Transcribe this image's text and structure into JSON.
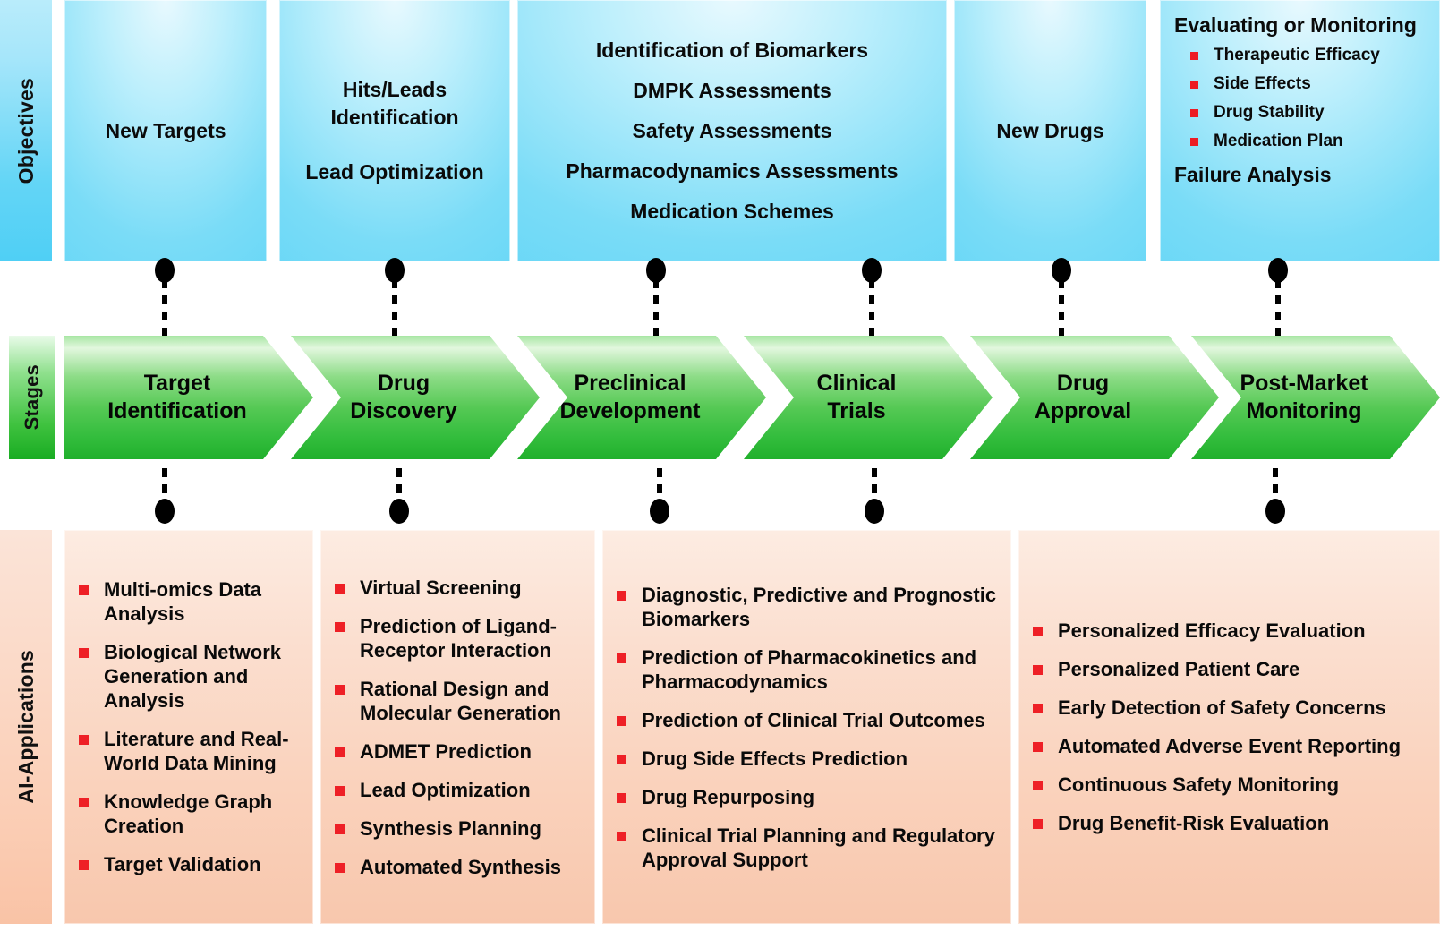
{
  "colors": {
    "objectives_blue": "#5ad3f6",
    "stages_green": "#33bd3d",
    "applications_peach": "#fad2bc",
    "bullet_red": "#ee2026",
    "text": "#0a0a0a"
  },
  "row_labels": {
    "objectives": "Objectives",
    "stages": "Stages",
    "applications": "AI-Applications"
  },
  "objectives": [
    {
      "lines": [
        "New Targets"
      ]
    },
    {
      "lines": [
        "Hits/Leads",
        "Identification",
        "Lead Optimization"
      ]
    },
    {
      "lines": [
        "Identification of Biomarkers",
        "DMPK Assessments",
        "Safety Assessments",
        "Pharmacodynamics Assessments",
        "Medication Schemes"
      ]
    },
    {
      "lines": []
    },
    {
      "lines": [
        "New Drugs"
      ]
    },
    {
      "heading": "Evaluating or Monitoring",
      "bullets": [
        "Therapeutic Efficacy",
        "Side Effects",
        "Drug Stability",
        "Medication Plan"
      ],
      "footer": "Failure Analysis"
    }
  ],
  "stages": [
    {
      "lines": [
        "Target",
        "Identification"
      ]
    },
    {
      "lines": [
        "Drug",
        "Discovery"
      ]
    },
    {
      "lines": [
        "Preclinical",
        "Development"
      ]
    },
    {
      "lines": [
        "Clinical",
        "Trials"
      ]
    },
    {
      "lines": [
        "Drug",
        "Approval"
      ]
    },
    {
      "lines": [
        "Post-Market",
        "Monitoring"
      ]
    }
  ],
  "applications": [
    {
      "items": [
        "Multi-omics Data Analysis",
        "Biological Network Generation and Analysis",
        "Literature and Real-World Data Mining",
        "Knowledge Graph Creation",
        "Target Validation"
      ]
    },
    {
      "items": [
        "Virtual Screening",
        "Prediction of Ligand-Receptor Interaction",
        "Rational Design and Molecular Generation",
        "ADMET Prediction",
        "Lead Optimization",
        "Synthesis Planning",
        "Automated Synthesis"
      ]
    },
    {
      "items": [
        "Diagnostic, Predictive and Prognostic Biomarkers",
        "Prediction of Pharmacokinetics and Pharmacodynamics",
        "Prediction of Clinical Trial Outcomes",
        "Drug Side Effects Prediction",
        "Drug Repurposing",
        "Clinical Trial Planning and Regulatory Approval Support"
      ]
    },
    {
      "items": [
        "Personalized Efficacy Evaluation",
        "Personalized Patient Care",
        "Early Detection of Safety Concerns",
        "Automated Adverse Event Reporting",
        "Continuous Safety Monitoring",
        "Drug Benefit-Risk Evaluation"
      ]
    }
  ]
}
